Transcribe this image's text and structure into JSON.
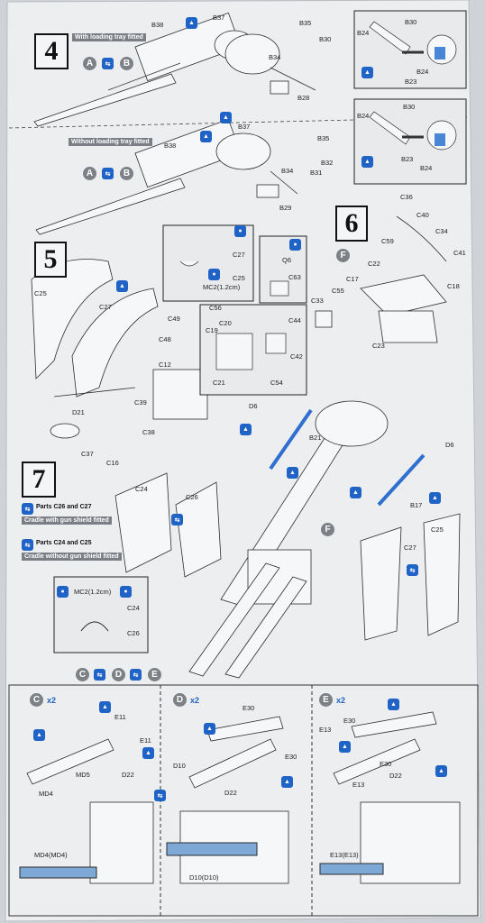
{
  "steps": {
    "s4": "4",
    "s5": "5",
    "s6": "6",
    "s7": "7"
  },
  "step4": {
    "with_tray": "With loading tray fitted",
    "without_tray": "Without loading tray fitted",
    "opt_a": "A",
    "opt_b": "B",
    "labels_top": [
      "B38",
      "B37",
      "B35",
      "B30",
      "B34",
      "B28"
    ],
    "labels_bottom": [
      "B38",
      "B37",
      "B35",
      "B32",
      "B34",
      "B31",
      "B29"
    ],
    "inset_top": [
      "B24",
      "B30",
      "B24",
      "B23"
    ],
    "inset_bottom": [
      "B24",
      "B30",
      "B23",
      "B24"
    ]
  },
  "step5": {
    "labels": [
      "C25",
      "C27",
      "C49",
      "C48",
      "C12",
      "C39",
      "C38",
      "D21",
      "C37",
      "C16",
      "C27",
      "C25",
      "Q6",
      "C63",
      "C56",
      "C20",
      "C19",
      "C44",
      "C42",
      "C21",
      "C54"
    ],
    "mc2": "MC2(1.2cm)"
  },
  "step6": {
    "opt_f": "F",
    "labels": [
      "C36",
      "C40",
      "C34",
      "C41",
      "C59",
      "C22",
      "C17",
      "C55",
      "C33",
      "C18",
      "C23"
    ]
  },
  "step7": {
    "line1_prefix": "Parts C26 and C27",
    "line1_tag": "Cradle with gun shield fitted",
    "line2_prefix": "Parts C24 and C25",
    "line2_tag": "Cradle without gun shield fitted",
    "mc2": "MC2(1.2cm)",
    "labels": [
      "C24",
      "C26",
      "C24",
      "C26",
      "D6",
      "B21",
      "D6",
      "B17",
      "C25",
      "C27",
      "F"
    ],
    "opts": [
      "C",
      "D",
      "E"
    ]
  },
  "sub": {
    "c": {
      "title": "C",
      "mult": "x2",
      "labels": [
        "E11",
        "E11",
        "MD5",
        "D22",
        "MD4",
        "MD4(MD4)"
      ]
    },
    "d": {
      "title": "D",
      "mult": "x2",
      "labels": [
        "E30",
        "E30",
        "D10",
        "D22",
        "D10(D10)"
      ]
    },
    "e": {
      "title": "E",
      "mult": "x2",
      "labels": [
        "E30",
        "E13",
        "E30",
        "D22",
        "E13",
        "E13(E13)"
      ]
    }
  },
  "colors": {
    "paper": "#eceef0",
    "ink": "#1c1d20",
    "accent": "#1f63c6",
    "grey": "#7d8186"
  }
}
